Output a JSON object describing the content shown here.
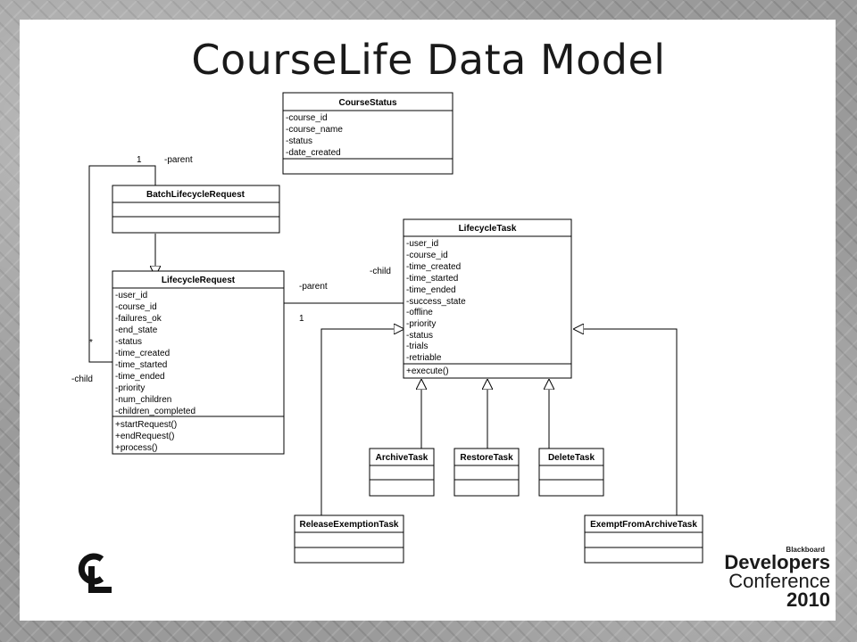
{
  "slide": {
    "title": "CourseLife Data Model"
  },
  "classes": {
    "course_status": {
      "name": "CourseStatus",
      "attributes": [
        "-course_id",
        "-course_name",
        "-status",
        "-date_created"
      ],
      "methods": []
    },
    "batch_lifecycle_request": {
      "name": "BatchLifecycleRequest",
      "attributes": [],
      "methods": []
    },
    "lifecycle_request": {
      "name": "LifecycleRequest",
      "attributes": [
        "-user_id",
        "-course_id",
        "-failures_ok",
        "-end_state",
        "-status",
        "-time_created",
        "-time_started",
        "-time_ended",
        "-priority",
        "-num_children",
        "-children_completed"
      ],
      "methods": [
        "+startRequest()",
        "+endRequest()",
        "+process()"
      ]
    },
    "lifecycle_task": {
      "name": "LifecycleTask",
      "attributes": [
        "-user_id",
        "-course_id",
        "-time_created",
        "-time_started",
        "-time_ended",
        "-success_state",
        "-offline",
        "-priority",
        "-status",
        "-trials",
        "-retriable"
      ],
      "methods": [
        "+execute()"
      ]
    },
    "archive_task": {
      "name": "ArchiveTask",
      "attributes": [],
      "methods": []
    },
    "restore_task": {
      "name": "RestoreTask",
      "attributes": [],
      "methods": []
    },
    "delete_task": {
      "name": "DeleteTask",
      "attributes": [],
      "methods": []
    },
    "release_exemption_task": {
      "name": "ReleaseExemptionTask",
      "attributes": [],
      "methods": []
    },
    "exempt_from_archive_task": {
      "name": "ExemptFromArchiveTask",
      "attributes": [],
      "methods": []
    }
  },
  "labels": {
    "self_one": "1",
    "self_parent": "-parent",
    "self_star": "*",
    "self_child": "-child",
    "assoc_parent": "-parent",
    "assoc_one": "1",
    "assoc_child": "-child"
  },
  "branding": {
    "event_small": "Blackboard",
    "event_line1": "Developers",
    "event_line2": "Conference",
    "event_year": "2010"
  }
}
